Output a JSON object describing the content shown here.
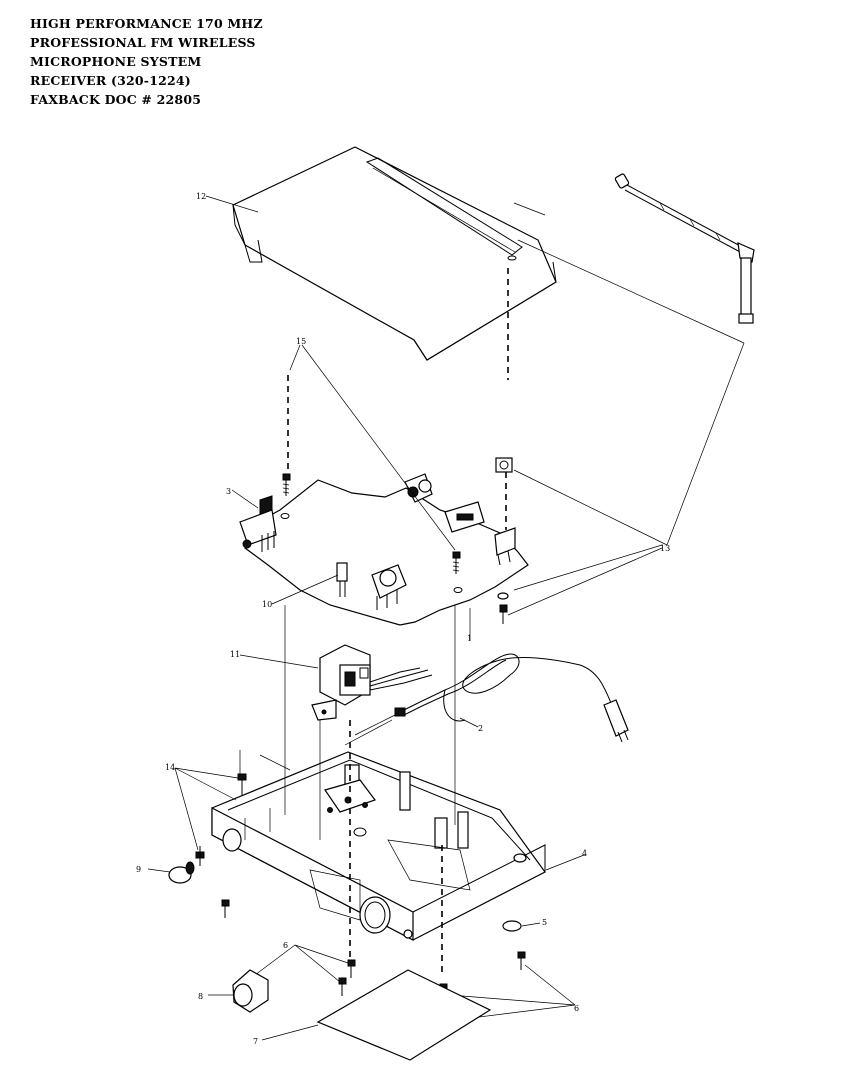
{
  "title_lines": [
    "HIGH PERFORMANCE 170 MHZ",
    "PROFESSIONAL FM WIRELESS",
    "MICROPHONE SYSTEM",
    "RECEIVER  (320-1224)",
    "FAXBACK DOC # 22805"
  ],
  "callouts": {
    "c12": "12",
    "c15": "15",
    "c3": "3",
    "c10": "10",
    "c13": "13",
    "c1": "1",
    "c11": "11",
    "c2": "2",
    "c14": "14",
    "c9": "9",
    "c4": "4",
    "c5": "5",
    "c6a": "6",
    "c6b": "6",
    "c8": "8",
    "c7": "7"
  }
}
